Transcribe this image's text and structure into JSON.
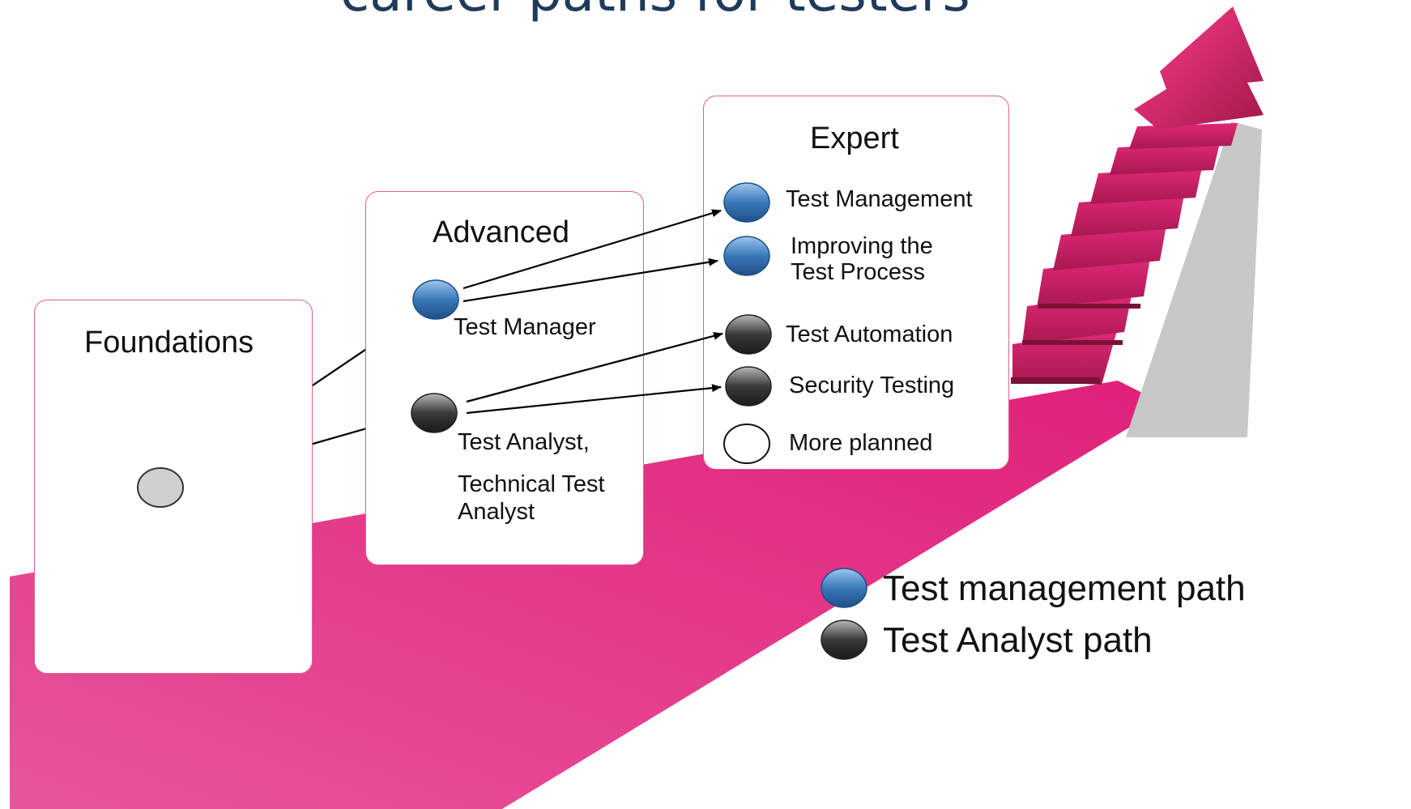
{
  "title_partial": "career paths for testers",
  "stages": {
    "foundations": "Foundations",
    "advanced": "Advanced",
    "expert": "Expert"
  },
  "advanced_items": {
    "test_manager": "Test Manager",
    "test_analyst_line1": "Test Analyst,",
    "test_analyst_line2": "Technical Test",
    "test_analyst_line3": "Analyst"
  },
  "expert_items": {
    "test_management": "Test Management",
    "improving_line1": "Improving the",
    "improving_line2": "Test Process",
    "test_automation": "Test Automation",
    "security_testing": "Security Testing",
    "more_planned": "More planned"
  },
  "legend": {
    "management_path": "Test management path",
    "analyst_path": "Test Analyst path"
  },
  "colors": {
    "magenta": "#e0207a",
    "blue_node": "#3a78b8",
    "dark_node": "#3a3a3a",
    "gray_node": "#d0d0d0",
    "box_border": "#e0608f"
  }
}
